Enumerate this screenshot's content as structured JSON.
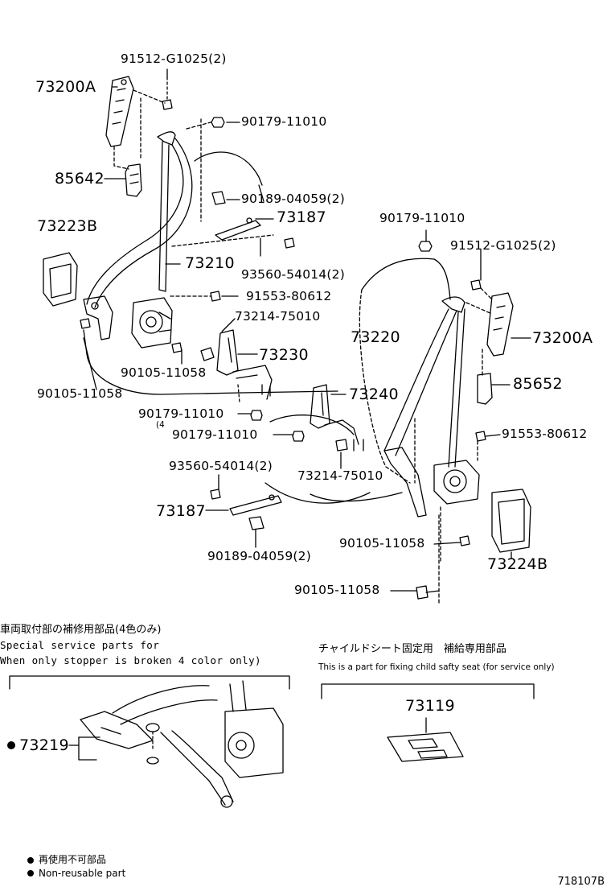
{
  "labels": {
    "p91512_top": "91512-G1025(2)",
    "p73200A_left": "73200A",
    "p90179_top": "90179-11010",
    "p85642": "85642",
    "p90189_top": "90189-04059(2)",
    "p73187_top": "73187",
    "p73223B": "73223B",
    "p73210": "73210",
    "p93560_top": "93560-54014(2)",
    "p91553_left": "91553-80612",
    "p73214_top": "73214-75010",
    "p73230": "73230",
    "p90105_a": "90105-11058",
    "p90105_b": "90105-11058",
    "p90179_mid": "90179-11010",
    "p4_note": "(4",
    "p90179_low": "90179-11010",
    "p90179_right": "90179-11010",
    "p91512_right": "91512-G1025(2)",
    "p73220": "73220",
    "p73200A_right": "73200A",
    "p85652": "85652",
    "p91553_right": "91553-80612",
    "p73240": "73240",
    "p93560_low": "93560-54014(2)",
    "p73214_low": "73214-75010",
    "p73187_low": "73187",
    "p90189_low": "90189-04059(2)",
    "p90105_c": "90105-11058",
    "p73224B": "73224B",
    "p90105_d": "90105-11058"
  },
  "service": {
    "jp_title": "車両取付部の補修用部品(4色のみ)",
    "en_line1": "Special  service  parts  for",
    "en_line2": " When  only  stopper  is  broken 4  color  only)",
    "part": "73219"
  },
  "child_seat": {
    "jp_title": "チャイルドシート固定用　補給専用部品",
    "en_title": "This is a part for fixing child safty seat (for service only)",
    "part": "73119"
  },
  "legend": {
    "jp": "再使用不可部品",
    "en": "Non-reusable part"
  },
  "figure_code": "718107B"
}
